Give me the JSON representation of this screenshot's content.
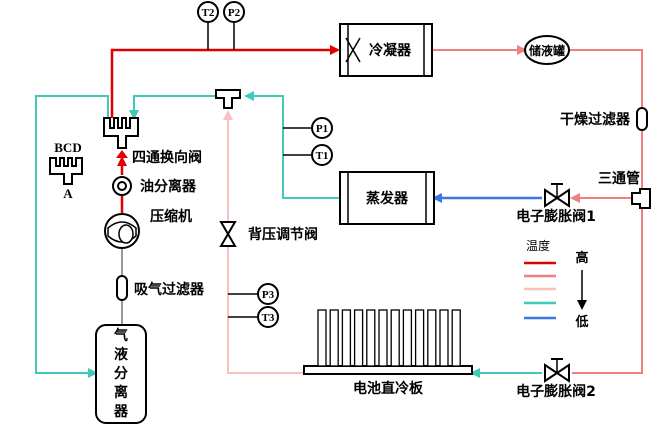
{
  "colors": {
    "hot": "#e00000",
    "warm": "#f08080",
    "mild": "#f8c0c0",
    "cool": "#40c8b8",
    "cold": "#3a78e0",
    "outline": "#000000"
  },
  "sensors": {
    "t2": "T2",
    "p2": "P2",
    "p1": "P1",
    "t1": "T1",
    "p3": "P3",
    "t3": "T3"
  },
  "components": {
    "condenser": "冷凝器",
    "receiver": "储液罐",
    "dryer_filter": "干燥过滤器",
    "three_way": "三通管",
    "evaporator": "蒸发器",
    "exv1": "电子膨胀阀1",
    "exv2": "电子膨胀阀2",
    "four_way_valve": "四通换向阀",
    "oil_separator": "油分离器",
    "compressor": "压缩机",
    "back_pressure_valve": "背压调节阀",
    "suction_filter": "吸气过滤器",
    "gas_liquid_separator": [
      "气",
      "液",
      "分",
      "离",
      "器"
    ],
    "battery_plate": "电池直冷板"
  },
  "four_way_ports": {
    "bcd": "BCD",
    "a": "A"
  },
  "legend": {
    "title": "温度",
    "high": "高",
    "low": "低"
  }
}
